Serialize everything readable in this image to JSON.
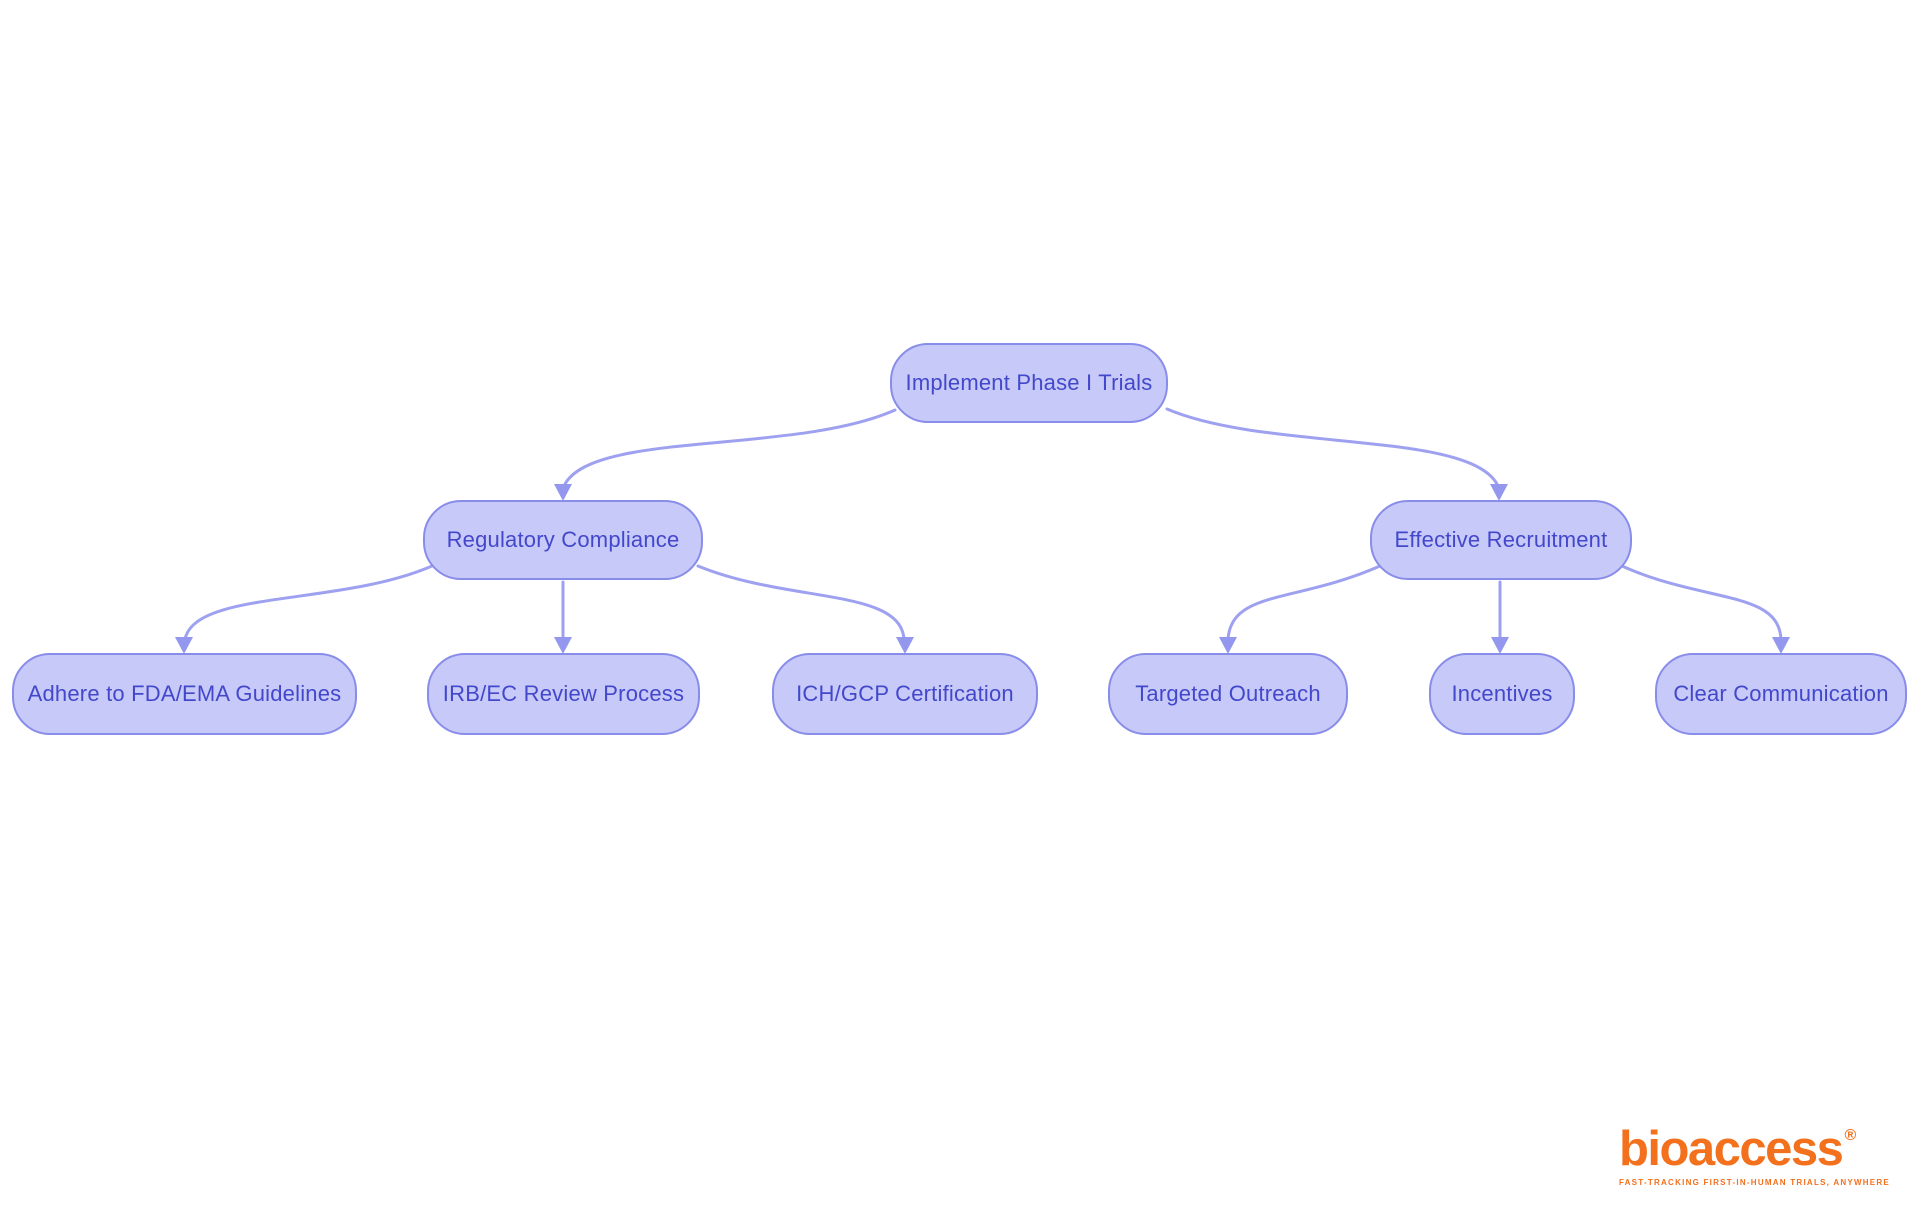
{
  "diagram": {
    "type": "flowchart",
    "orientation": "top-down",
    "colors": {
      "background": "#ffffff",
      "node_fill": "#c7c9f8",
      "node_border": "#888de9",
      "node_text": "#4348cb",
      "edge": "#9da1f0",
      "arrowhead": "#9398ee"
    },
    "nodes": [
      {
        "id": "root",
        "level": 1,
        "label": "Implement Phase I Trials"
      },
      {
        "id": "regulatory",
        "level": 2,
        "label": "Regulatory Compliance"
      },
      {
        "id": "recruitment",
        "level": 2,
        "label": "Effective Recruitment"
      },
      {
        "id": "fda",
        "level": 3,
        "label": "Adhere to FDA/EMA Guidelines"
      },
      {
        "id": "irb",
        "level": 3,
        "label": "IRB/EC Review Process"
      },
      {
        "id": "ich",
        "level": 3,
        "label": "ICH/GCP Certification"
      },
      {
        "id": "outreach",
        "level": 3,
        "label": "Targeted Outreach"
      },
      {
        "id": "incentives",
        "level": 3,
        "label": "Incentives"
      },
      {
        "id": "clear",
        "level": 3,
        "label": "Clear Communication"
      }
    ],
    "edges": [
      {
        "from": "root",
        "to": "regulatory"
      },
      {
        "from": "root",
        "to": "recruitment"
      },
      {
        "from": "regulatory",
        "to": "fda"
      },
      {
        "from": "regulatory",
        "to": "irb"
      },
      {
        "from": "regulatory",
        "to": "ich"
      },
      {
        "from": "recruitment",
        "to": "outreach"
      },
      {
        "from": "recruitment",
        "to": "incentives"
      },
      {
        "from": "recruitment",
        "to": "clear"
      }
    ]
  },
  "logo": {
    "wordmark": "bioaccess",
    "registered": "®",
    "tagline": "FAST-TRACKING FIRST-IN-HUMAN TRIALS, ANYWHERE",
    "color": "#f3701d"
  }
}
